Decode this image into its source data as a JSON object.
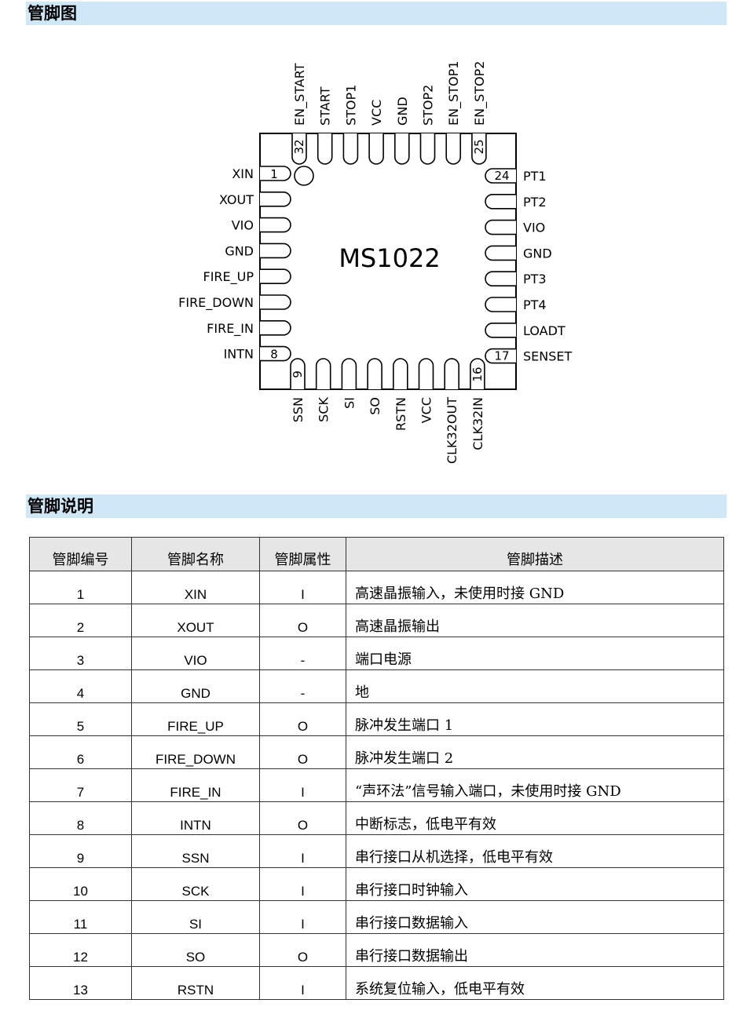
{
  "sections": {
    "pinout_title": "管脚图",
    "description_title": "管脚说明"
  },
  "chip": {
    "name": "MS1022",
    "left_pins": [
      {
        "num": "1",
        "label": "XIN"
      },
      {
        "num": "",
        "label": "XOUT"
      },
      {
        "num": "",
        "label": "VIO"
      },
      {
        "num": "",
        "label": "GND"
      },
      {
        "num": "",
        "label": "FIRE_UP"
      },
      {
        "num": "",
        "label": "FIRE_DOWN"
      },
      {
        "num": "",
        "label": "FIRE_IN"
      },
      {
        "num": "8",
        "label": "INTN"
      }
    ],
    "bottom_pins": [
      {
        "num": "9",
        "label": "SSN"
      },
      {
        "num": "",
        "label": "SCK"
      },
      {
        "num": "",
        "label": "SI"
      },
      {
        "num": "",
        "label": "SO"
      },
      {
        "num": "",
        "label": "RSTN"
      },
      {
        "num": "",
        "label": "VCC"
      },
      {
        "num": "",
        "label": "CLK32OUT"
      },
      {
        "num": "16",
        "label": "CLK32IN"
      }
    ],
    "right_pins": [
      {
        "num": "24",
        "label": "PT1"
      },
      {
        "num": "",
        "label": "PT2"
      },
      {
        "num": "",
        "label": "VIO"
      },
      {
        "num": "",
        "label": "GND"
      },
      {
        "num": "",
        "label": "PT3"
      },
      {
        "num": "",
        "label": "PT4"
      },
      {
        "num": "",
        "label": "LOADT"
      },
      {
        "num": "17",
        "label": "SENSET"
      }
    ],
    "top_pins": [
      {
        "num": "32",
        "label": "EN_START"
      },
      {
        "num": "",
        "label": "START"
      },
      {
        "num": "",
        "label": "STOP1"
      },
      {
        "num": "",
        "label": "VCC"
      },
      {
        "num": "",
        "label": "GND"
      },
      {
        "num": "",
        "label": "STOP2"
      },
      {
        "num": "",
        "label": "EN_STOP1"
      },
      {
        "num": "25",
        "label": "EN_STOP2"
      }
    ]
  },
  "table": {
    "headers": [
      "管脚编号",
      "管脚名称",
      "管脚属性",
      "管脚描述"
    ],
    "rows": [
      {
        "num": "1",
        "name": "XIN",
        "attr": "I",
        "desc": "高速晶振输入，未使用时接 GND"
      },
      {
        "num": "2",
        "name": "XOUT",
        "attr": "O",
        "desc": "高速晶振输出"
      },
      {
        "num": "3",
        "name": "VIO",
        "attr": "-",
        "desc": "端口电源"
      },
      {
        "num": "4",
        "name": "GND",
        "attr": "-",
        "desc": "地"
      },
      {
        "num": "5",
        "name": "FIRE_UP",
        "attr": "O",
        "desc": "脉冲发生端口 1"
      },
      {
        "num": "6",
        "name": "FIRE_DOWN",
        "attr": "O",
        "desc": "脉冲发生端口 2"
      },
      {
        "num": "7",
        "name": "FIRE_IN",
        "attr": "I",
        "desc": "“声环法”信号输入端口，未使用时接 GND"
      },
      {
        "num": "8",
        "name": "INTN",
        "attr": "O",
        "desc": "中断标志，低电平有效"
      },
      {
        "num": "9",
        "name": "SSN",
        "attr": "I",
        "desc": "串行接口从机选择，低电平有效"
      },
      {
        "num": "10",
        "name": "SCK",
        "attr": "I",
        "desc": "串行接口时钟输入"
      },
      {
        "num": "11",
        "name": "SI",
        "attr": "I",
        "desc": "串行接口数据输入"
      },
      {
        "num": "12",
        "name": "SO",
        "attr": "O",
        "desc": "串行接口数据输出"
      },
      {
        "num": "13",
        "name": "RSTN",
        "attr": "I",
        "desc": "系统复位输入，低电平有效"
      }
    ]
  }
}
